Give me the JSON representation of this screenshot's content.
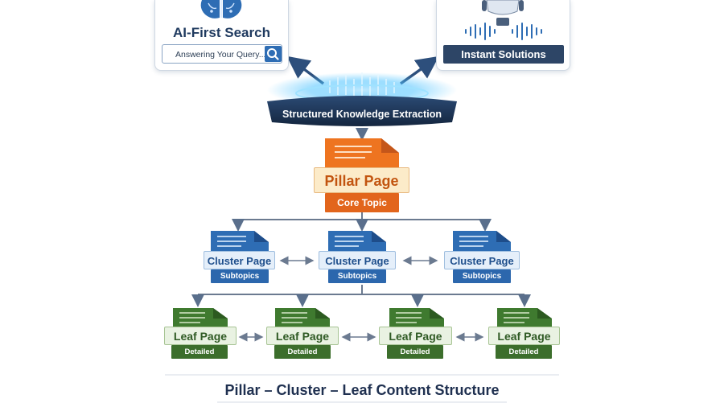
{
  "ai_search": {
    "title": "AI-First Search",
    "query_text": "Answering Your Query..."
  },
  "assistant": {
    "button_label": "Instant Solutions"
  },
  "extraction": {
    "label": "Structured Knowledge Extraction"
  },
  "pillar": {
    "title": "Pillar Page",
    "subtitle": "Core Topic"
  },
  "clusters": [
    {
      "title": "Cluster Page",
      "subtitle": "Subtopics"
    },
    {
      "title": "Cluster Page",
      "subtitle": "Subtopics"
    },
    {
      "title": "Cluster Page",
      "subtitle": "Subtopics"
    }
  ],
  "leaves": [
    {
      "title": "Leaf Page",
      "subtitle": "Detailed Articles"
    },
    {
      "title": "Leaf Page",
      "subtitle": "Detailed Articles"
    },
    {
      "title": "Leaf Page",
      "subtitle": "Detailed Articles"
    },
    {
      "title": "Leaf Page",
      "subtitle": "Detailed Articles"
    }
  ],
  "footer": {
    "title": "Pillar – Cluster – Leaf Content Structure"
  },
  "colors": {
    "navy": "#1f3a5f",
    "pillar_orange": "#e2651c",
    "cluster_blue": "#2c67ad",
    "leaf_green": "#3c6e2c",
    "glow_cyan": "#4fc3ff"
  }
}
